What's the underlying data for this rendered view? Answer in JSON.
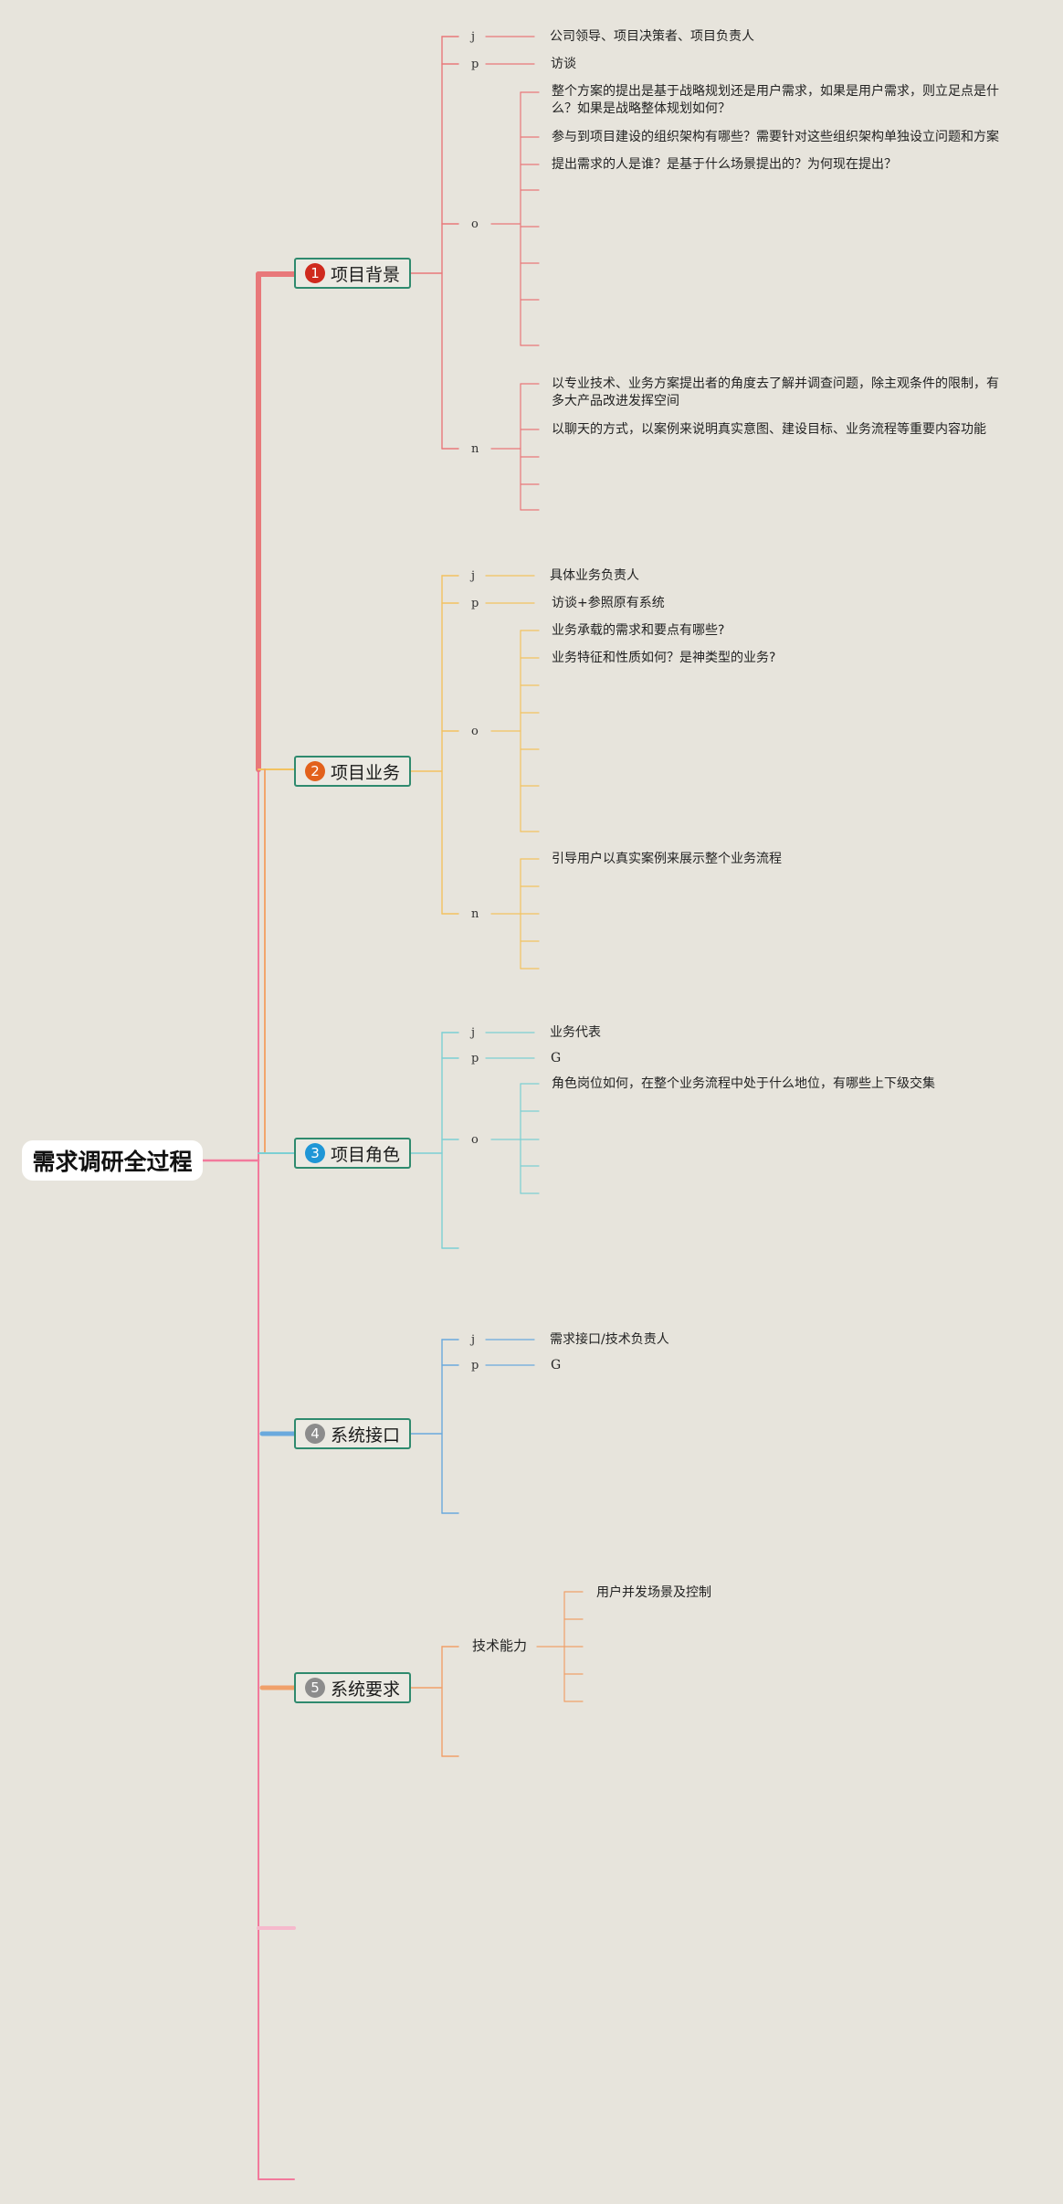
{
  "root": {
    "title": "需求调研全过程"
  },
  "topics": [
    {
      "badge": "1",
      "label": "项目背景",
      "color": "#e8787a",
      "badge_color": "#cf2a1e",
      "j_key": "j",
      "j_text": "公司领导、项目决策者、项目负责人",
      "p_key": "p",
      "p_text": "访谈",
      "o_key": "o",
      "o_items": [
        "整个方案的提出是基于战略规划还是用户需求，如果是用户需求，则立足点是什么？如果是战略整体规划如何？",
        "参与到项目建设的组织架构有哪些？需要针对这些组织架构单独设立问题和方案",
        "提出需求的人是谁？是基于什么场景提出的？为何现在提出？"
      ],
      "n_key": "n",
      "n_items": [
        "以专业技术、业务方案提出者的角度去了解并调查问题，除主观条件的限制，有多大产品改进发挥空间",
        "以聊天的方式，以案例来说明真实意图、建设目标、业务流程等重要内容功能"
      ]
    },
    {
      "badge": "2",
      "label": "项目业务",
      "color": "#f3c260",
      "badge_color": "#e2611c",
      "j_key": "j",
      "j_text": "具体业务负责人",
      "p_key": "p",
      "p_text": "访谈+参照原有系统",
      "o_key": "o",
      "o_items": [
        "业务承载的需求和要点有哪些?",
        "业务特征和性质如何？是神类型的业务?"
      ],
      "n_key": "n",
      "n_items": [
        "引导用户以真实案例来展示整个业务流程"
      ]
    },
    {
      "badge": "3",
      "label": "项目角色",
      "color": "#7ccfd3",
      "badge_color": "#1f96d6",
      "j_key": "j",
      "j_text": "业务代表",
      "p_key": "p",
      "p_text": "G",
      "o_key": "o",
      "o_items": [
        "角色岗位如何，在整个业务流程中处于什么地位，有哪些上下级交集"
      ]
    },
    {
      "badge": "4",
      "label": "系统接口",
      "color": "#6aa9dd",
      "badge_color": "#8c8c8c",
      "j_key": "j",
      "j_text": "需求接口/技术负责人",
      "p_key": "p",
      "p_text": "G"
    },
    {
      "badge": "5",
      "label": "系统要求",
      "color": "#f0a06a",
      "badge_color": "#8c8c8c",
      "cap_key": "技术能力",
      "cap_items": [
        "用户并发场景及控制"
      ]
    }
  ],
  "colors": {
    "background": "#e7e4dc",
    "topic_border": "#2f8a6e",
    "root_connector": "#f27a9c",
    "faded_branch": "#f6b9cc"
  }
}
